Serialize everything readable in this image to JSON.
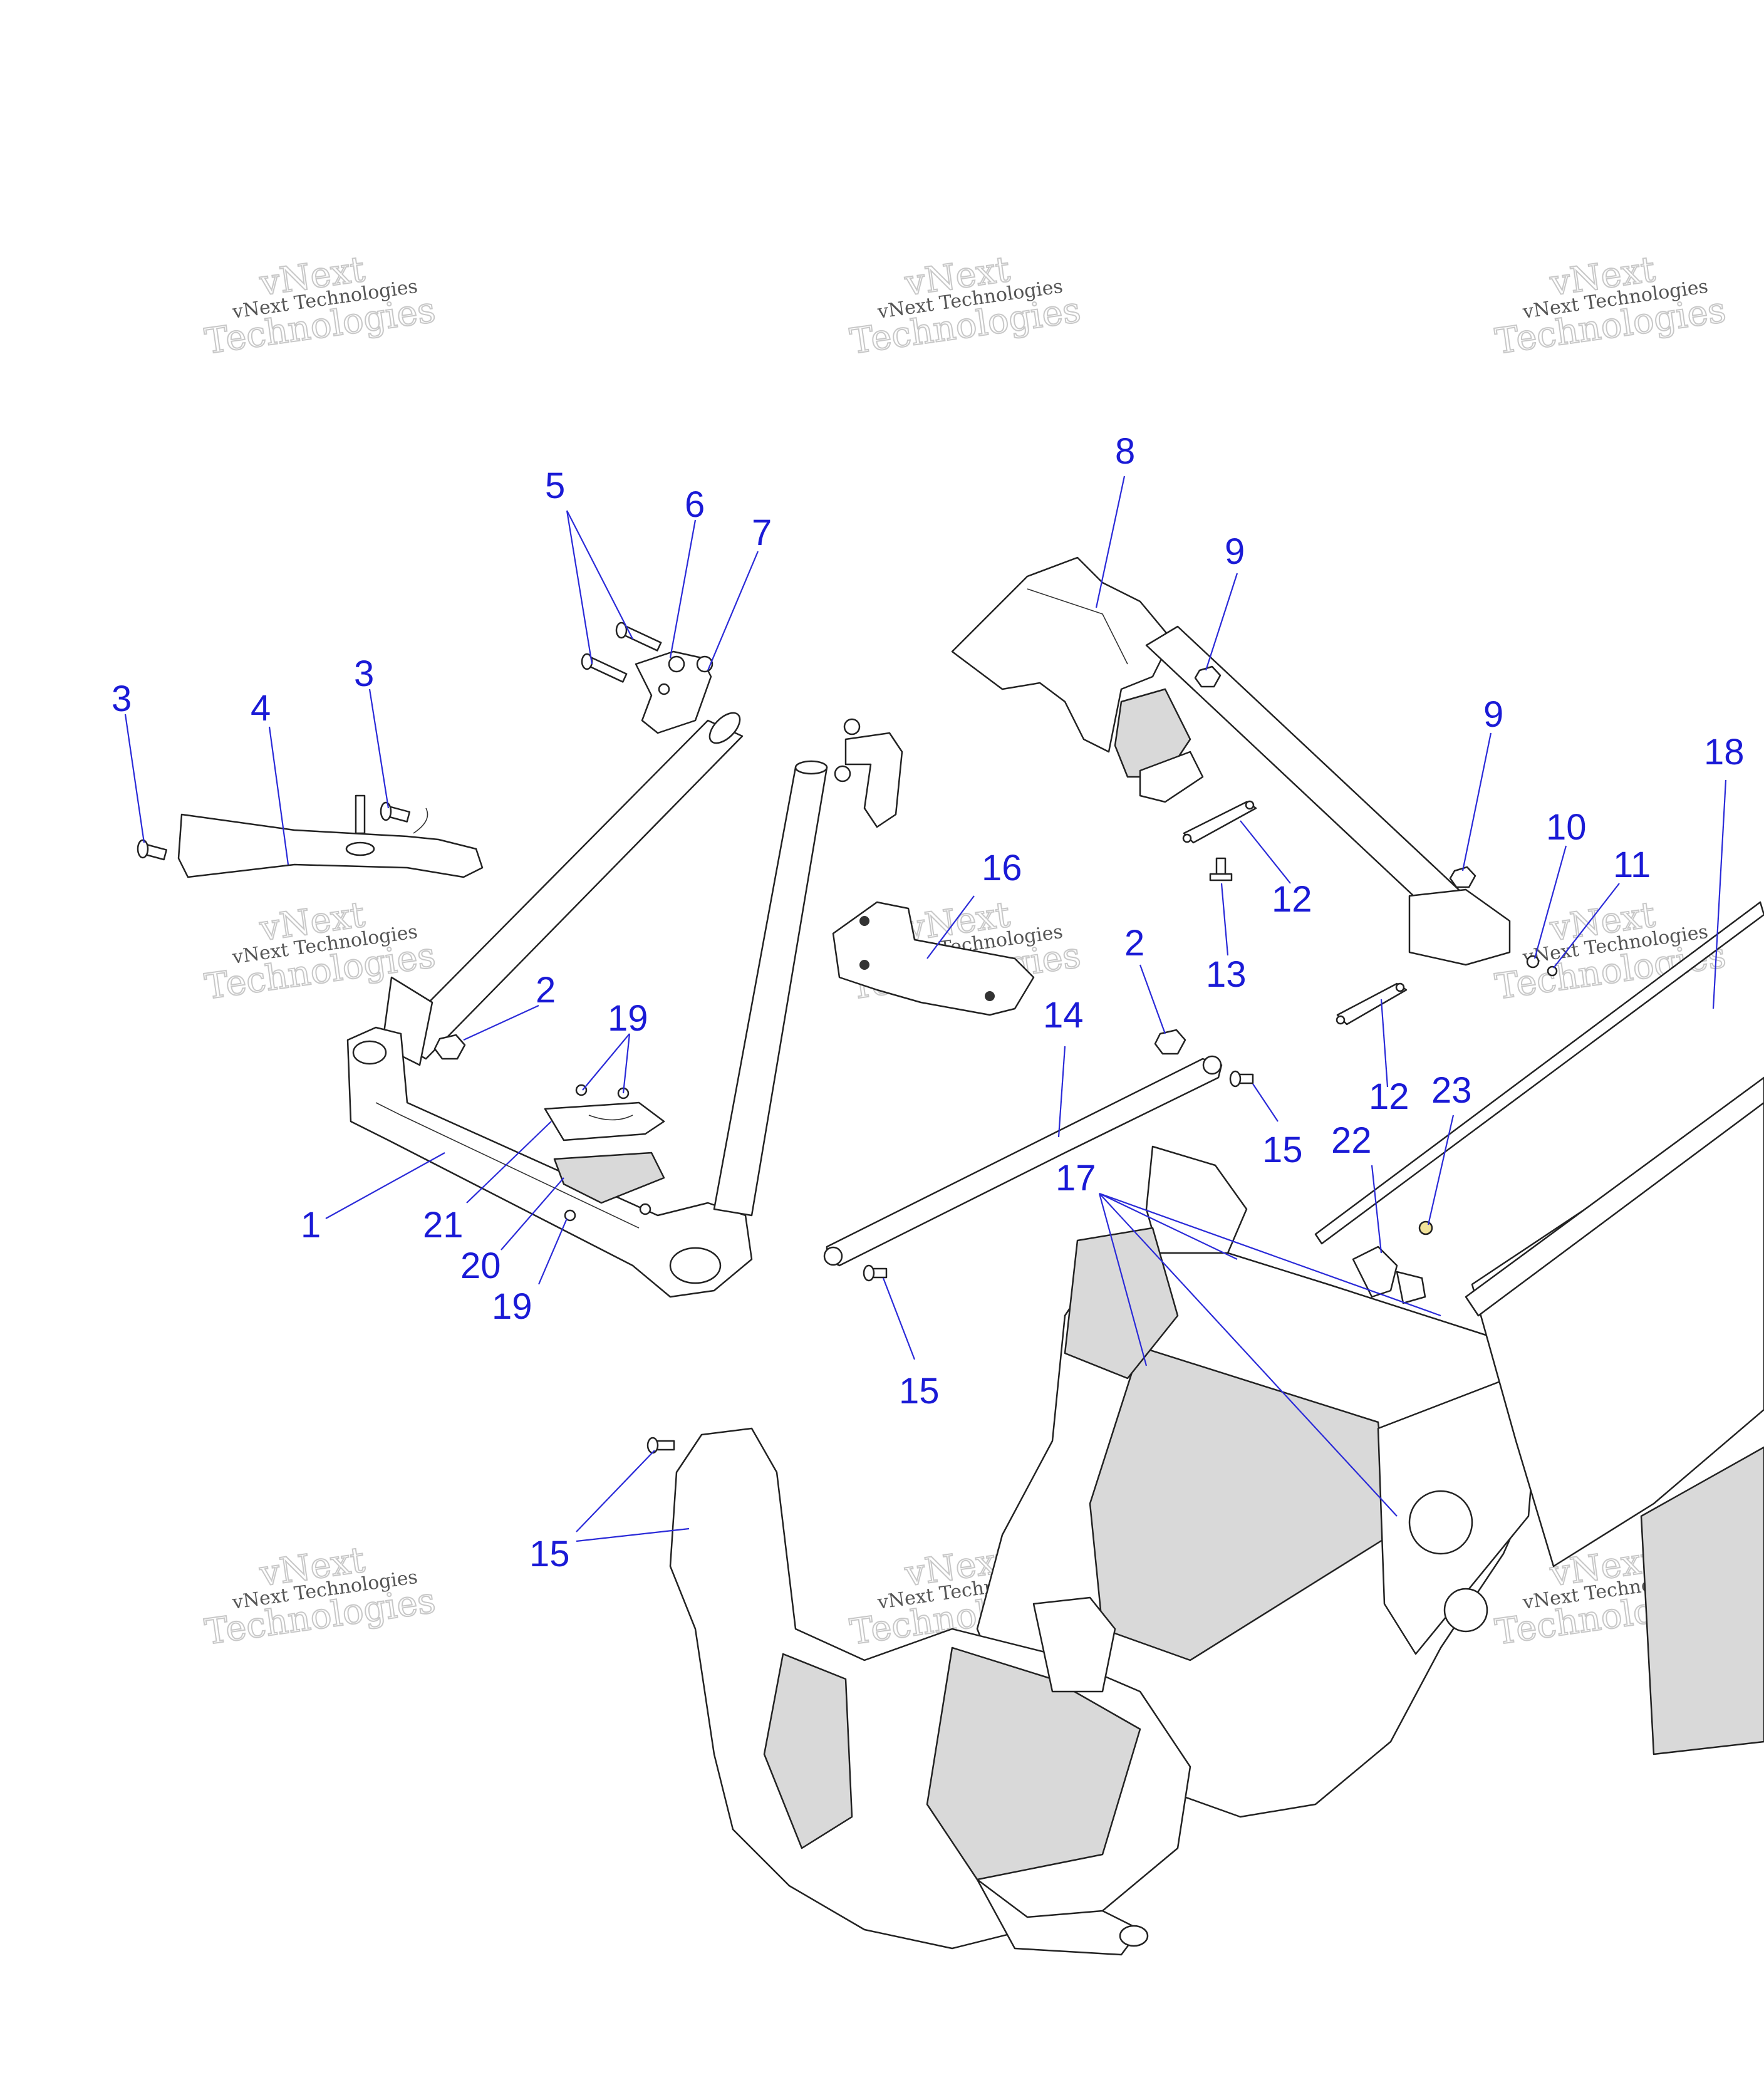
{
  "watermark": {
    "line1": "vNext",
    "line2": "Technologies",
    "small": "vNext Technologies"
  },
  "callouts": {
    "c1": "1",
    "c2a": "2",
    "c2b": "2",
    "c3a": "3",
    "c3b": "3",
    "c4": "4",
    "c5": "5",
    "c6": "6",
    "c7": "7",
    "c8": "8",
    "c9a": "9",
    "c9b": "9",
    "c10": "10",
    "c11": "11",
    "c12a": "12",
    "c12b": "12",
    "c13": "13",
    "c14": "14",
    "c15a": "15",
    "c15b": "15",
    "c15c": "15",
    "c16": "16",
    "c17": "17",
    "c18": "18",
    "c19a": "19",
    "c19b": "19",
    "c20": "20",
    "c21": "21",
    "c22": "22",
    "c23": "23"
  },
  "colors": {
    "callout": "#1a1ad6",
    "line_art": "#222222",
    "shade": "#d9d9d9"
  }
}
